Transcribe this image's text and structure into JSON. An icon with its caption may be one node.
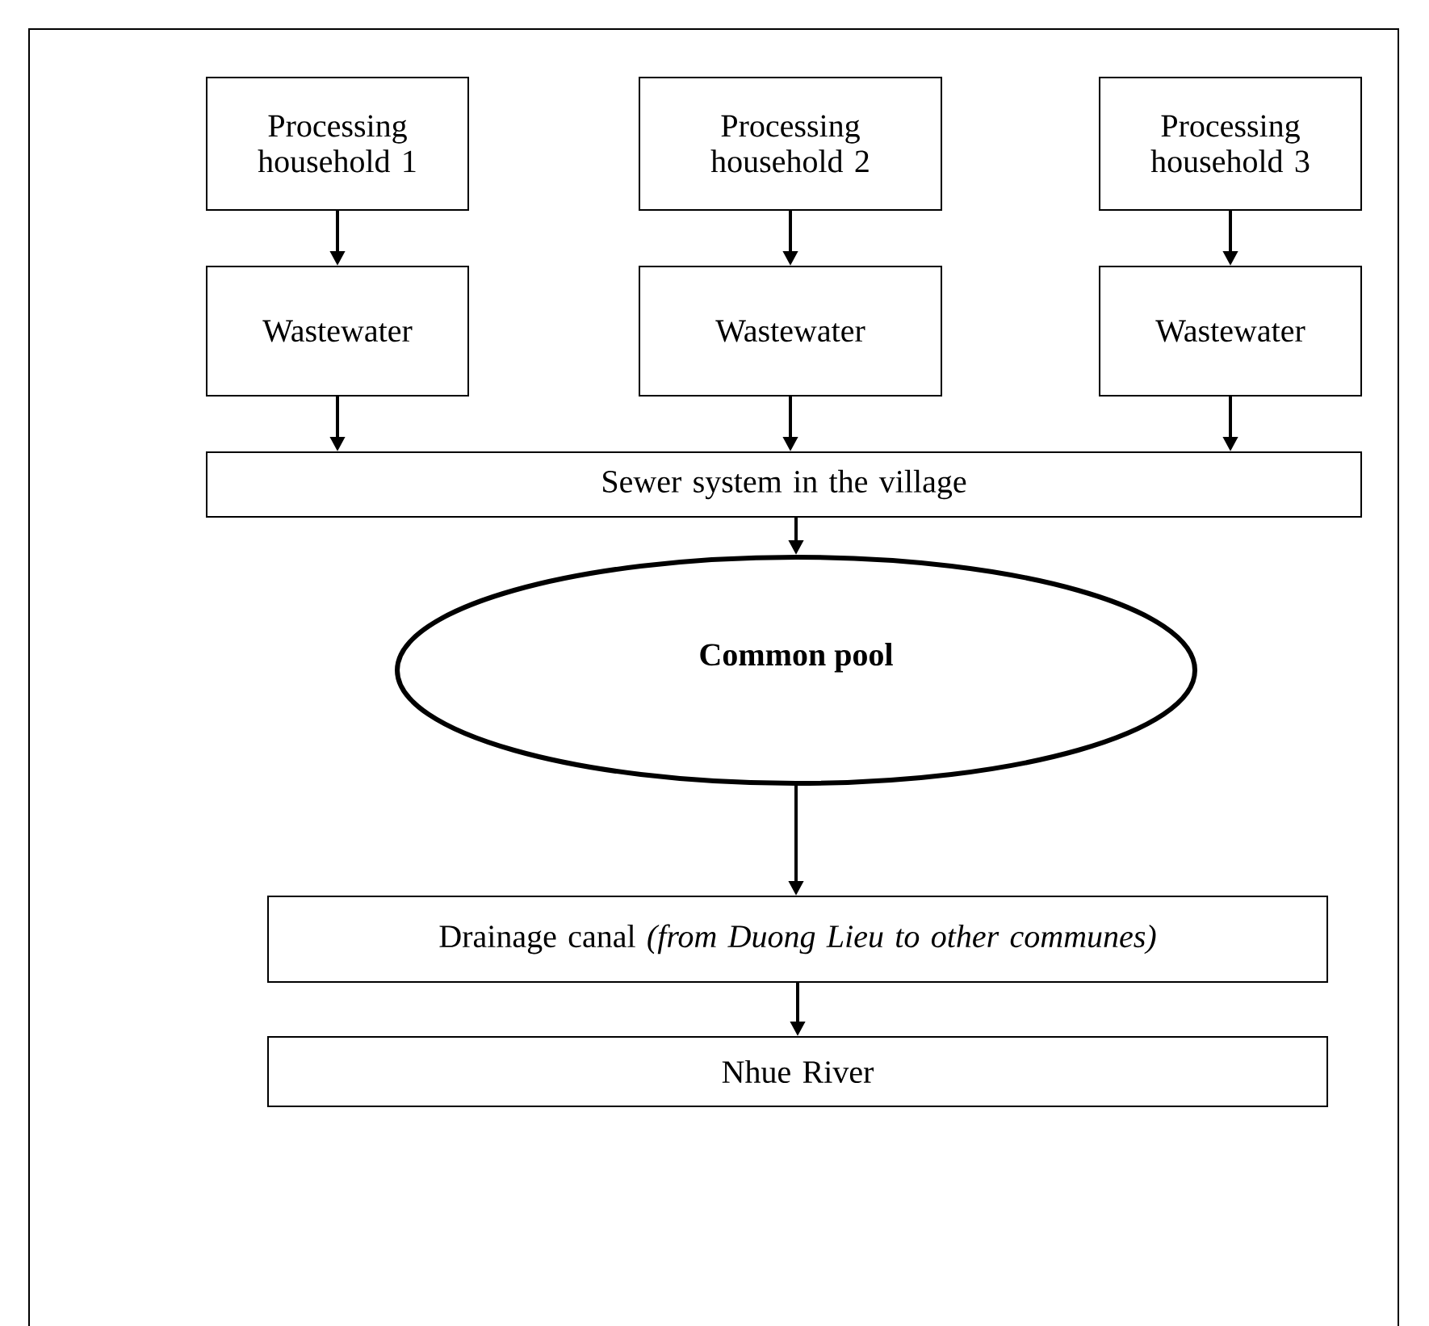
{
  "diagram": {
    "nodes": [
      {
        "text": [
          "Processing household 1"
        ]
      },
      {
        "text": [
          "Processing household 2"
        ]
      },
      {
        "text": [
          "Processing household 3"
        ]
      },
      {
        "text": [
          "Wastewater"
        ]
      },
      {
        "text": [
          "Wastewater"
        ]
      },
      {
        "text": [
          "Wastewater"
        ]
      },
      {
        "text": [
          "Sewer system in the village"
        ]
      },
      {
        "text": [
          "Common pool"
        ]
      },
      {
        "text": [
          "Drainage canal *(from Duong Lieu to other communes)*"
        ]
      },
      {
        "text": [
          "Nhue River"
        ]
      }
    ],
    "edges": [
      {
        "from": 0,
        "to": 3,
        "arrow": "to"
      },
      {
        "from": 1,
        "to": 4,
        "arrow": "to"
      },
      {
        "from": 2,
        "to": 5,
        "arrow": "to"
      },
      {
        "from": 3,
        "to": 6,
        "arrow": "to"
      },
      {
        "from": 4,
        "to": 6,
        "arrow": "to"
      },
      {
        "from": 5,
        "to": 6,
        "arrow": "to"
      },
      {
        "from": 6,
        "to": 7,
        "arrow": "to"
      },
      {
        "from": 7,
        "to": 8,
        "arrow": "to"
      },
      {
        "from": 8,
        "to": 9,
        "arrow": "to"
      }
    ]
  }
}
